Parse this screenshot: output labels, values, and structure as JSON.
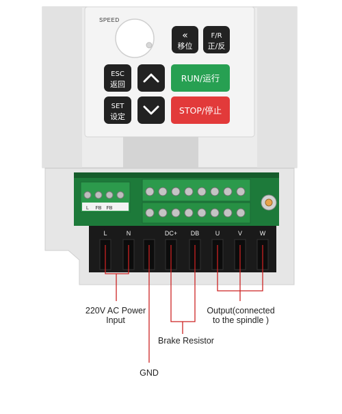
{
  "panel": {
    "speed_label": "SPEED",
    "buttons": {
      "shift": {
        "line1": "«",
        "line2": "移位"
      },
      "fr": {
        "line1": "F/R",
        "line2": "正/反"
      },
      "esc": {
        "line1": "ESC",
        "line2": "返回"
      },
      "set": {
        "line1": "SET",
        "line2": "设定"
      },
      "run": {
        "label": "RUN/运行"
      },
      "stop": {
        "label": "STOP/停止"
      }
    }
  },
  "board": {
    "small_block_labels": [
      "L",
      "FB",
      "FB",
      ""
    ]
  },
  "terminals": [
    "L",
    "N",
    "",
    "DC+",
    "DB",
    "U",
    "V",
    "W"
  ],
  "callouts": {
    "power": {
      "line1": "220V AC Power",
      "line2": "Input"
    },
    "brake": "Brake Resistor",
    "output": {
      "line1": "Output(connected",
      "line2": "to the spindle )"
    },
    "gnd": "GND"
  },
  "colors": {
    "body": "#e9e9e9",
    "panel": "#f2f2f2",
    "run": "#27a052",
    "stop": "#e23a3a",
    "key": "#222222",
    "pcb": "#1d7a3a",
    "terminal_green": "#2c9a4c",
    "terminal_block": "#1a1a1a",
    "callout_line": "#cc2222"
  }
}
